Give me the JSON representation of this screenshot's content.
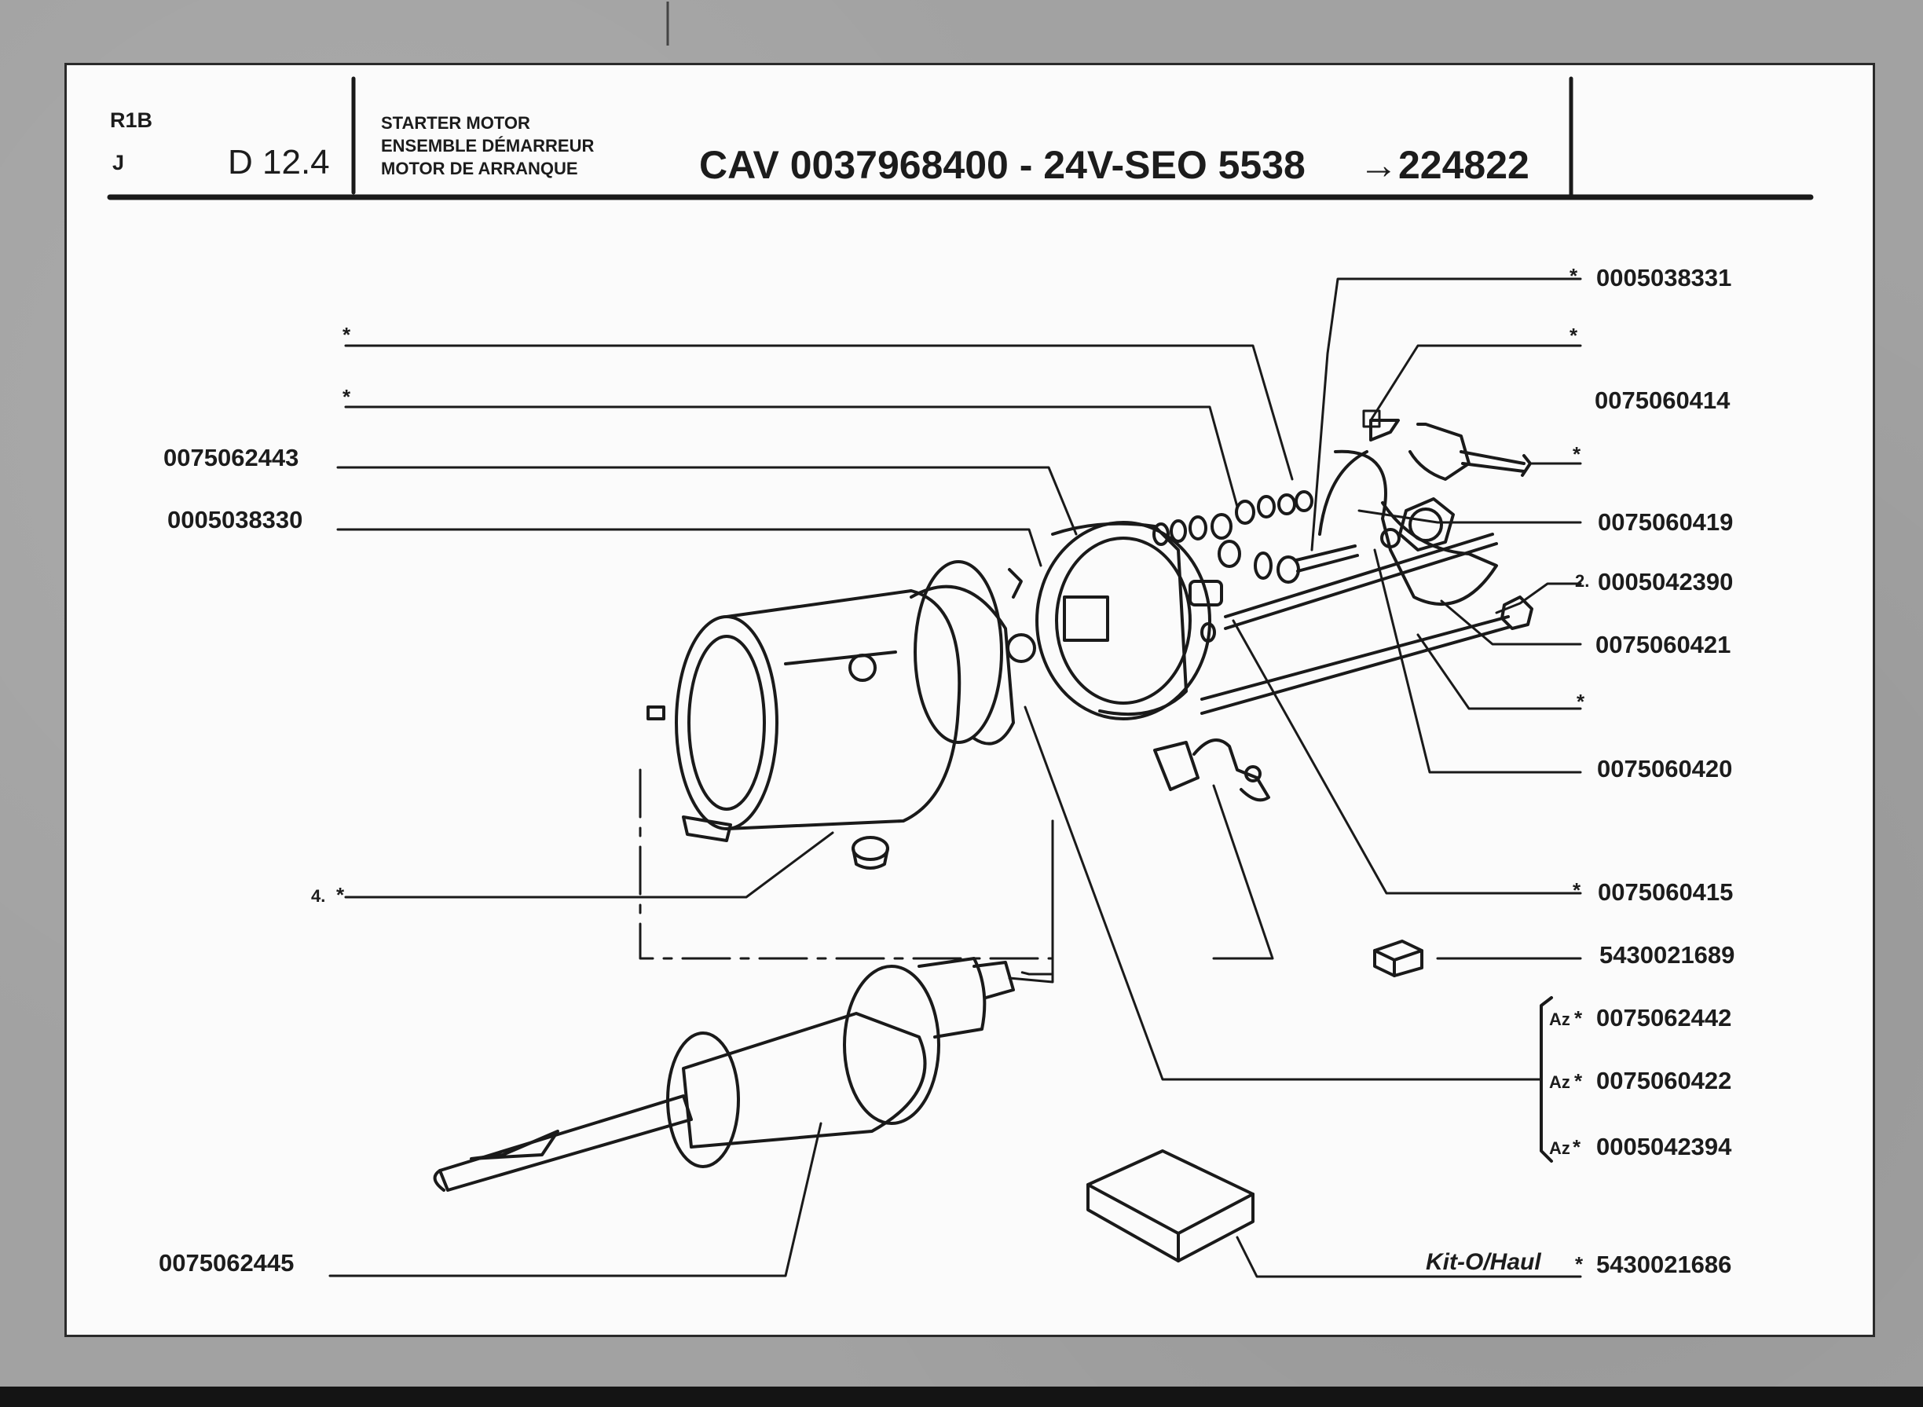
{
  "header": {
    "series": "R1B",
    "group": "J",
    "page": "D 12.4",
    "title_lines": [
      "STARTER MOTOR",
      "ENSEMBLE DÉMARREUR",
      "MOTOR DE ARRANQUE"
    ],
    "main": "CAV 0037968400 - 24V-SEO 5538",
    "serial": "→224822"
  },
  "labels_left": {
    "star_1": "*",
    "star_2": "*",
    "pn_1": "0075062443",
    "pn_2": "0005038330",
    "ref_4_prefix": "4.",
    "ref_4_star": "*",
    "pn_3": "0075062445"
  },
  "labels_right": {
    "r1_star": "*",
    "r1": "0005038331",
    "r2_star": "*",
    "r3": "0075060414",
    "r4_star": "*",
    "r5": "0075060419",
    "r6_prefix": "2.",
    "r6": "0005042390",
    "r7": "0075060421",
    "r8_star": "*",
    "r9": "0075060420",
    "r10_star": "*",
    "r10": "0075060415",
    "r11": "5430021689",
    "r12_pre": "Az",
    "r12_star": "*",
    "r12": "0075062442",
    "r13_pre": "Az",
    "r13_star": "*",
    "r13": "0075060422",
    "r14_pre": "Az",
    "r14_star": "*",
    "r14": "0005042394",
    "kit_label": "Kit-O/Haul",
    "kit_star": "*",
    "kit_pn": "5430021686"
  }
}
